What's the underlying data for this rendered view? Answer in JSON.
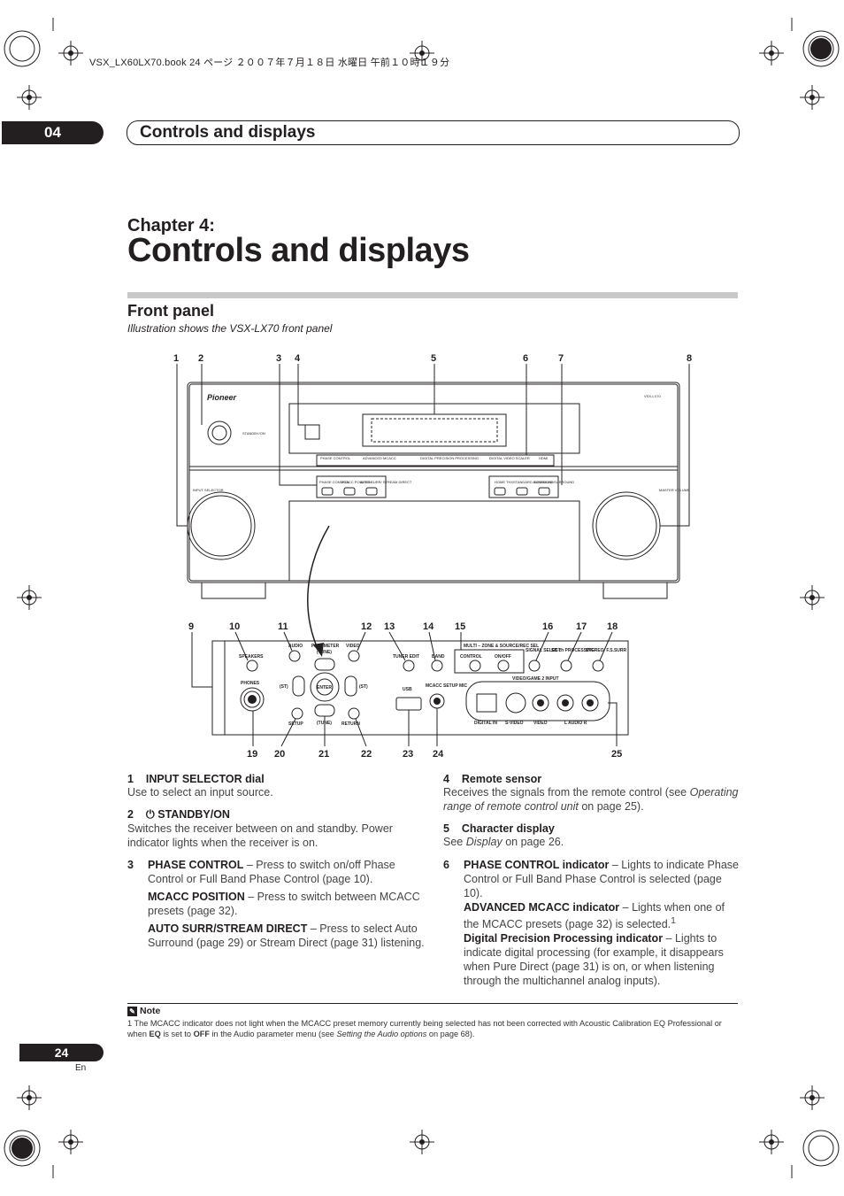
{
  "print_header": "VSX_LX60LX70.book 24 ページ ２００７年７月１８日 水曜日 午前１０時１９分",
  "chapter_tab": "04",
  "running_title": "Controls and displays",
  "chapter_label": "Chapter 4:",
  "chapter_title": "Controls and displays",
  "section_title": "Front panel",
  "illustration_caption": "Illustration shows the VSX-LX70 front panel",
  "top_callouts": [
    "1",
    "2",
    "3",
    "4",
    "5",
    "6",
    "7",
    "8"
  ],
  "bottom_callouts_top": [
    "9",
    "10",
    "11",
    "12",
    "13",
    "14",
    "15",
    "16",
    "17",
    "18"
  ],
  "bottom_callouts_bottom": [
    "19",
    "20",
    "21",
    "22",
    "23",
    "24",
    "25"
  ],
  "panel_labels": {
    "brand": "Pioneer",
    "model": "VSX-LX70",
    "standby": "STANDBY/ON",
    "input_selector": "INPUT SELECTOR",
    "master_volume": "MASTER VOLUME",
    "ind_phase": "PHASE CONTROL",
    "ind_advanced": "ADVANCED MCACC",
    "ind_digital": "DIGITAL PRECISION PROCESSING",
    "ind_scaler": "DIGITAL VIDEO SCALER",
    "ind_hdmi": "HDMI",
    "btn_phase": "PHASE CONTROL",
    "btn_mcacc": "MCACC POSITION",
    "btn_auto": "AUTO SURR/ STREAM DIRECT",
    "btn_home": "HOME THX",
    "btn_standard": "STANDARD SURROUND",
    "btn_adv_surr": "ADVANCED SURROUND"
  },
  "sub_panel_labels": {
    "speakers": "SPEAKERS",
    "audio": "AUDIO",
    "parameter": "PARAMETER",
    "video": "VIDEO",
    "tune_top": "(TUNE)",
    "tune_bottom": "(TUNE)",
    "st_left": "(ST)",
    "st_right": "(ST)",
    "enter": "ENTER",
    "phones": "PHONES",
    "setup": "SETUP",
    "return": "RETURN",
    "tuner_edit": "TUNER EDIT",
    "band": "BAND",
    "multi_zone": "MULTI – ZONE & SOURCE/REC SEL",
    "control": "CONTROL",
    "on_off": "ON/OFF",
    "signal_select": "SIGNAL SELECT",
    "sb_ch": "SB ch PROCESSING",
    "stereo": "STEREO/ F.S.SURR",
    "usb": "USB",
    "mcacc_mic": "MCACC SETUP MIC",
    "video_game": "VIDEO/GAME 2 INPUT",
    "digital_in": "DIGITAL IN",
    "s_video": "S-VIDEO",
    "video_jack": "VIDEO",
    "audio_lr": "L AUDIO R"
  },
  "left_items": [
    {
      "num": "1",
      "title": "INPUT SELECTOR dial",
      "desc": "Use to select an input source."
    },
    {
      "num": "2",
      "title": "STANDBY/ON",
      "desc": "Switches the receiver between on and standby. Power indicator lights when the receiver is on."
    },
    {
      "num": "3",
      "title": "PHASE CONTROL",
      "desc": " – Press to switch on/off Phase Control or Full Band Phase Control (page 10).",
      "sub": [
        {
          "title": "MCACC POSITION",
          "desc": " – Press to switch between MCACC presets (page 32)."
        },
        {
          "title": "AUTO SURR/STREAM DIRECT",
          "desc": " – Press to select Auto Surround (page 29) or Stream Direct (page 31) listening."
        }
      ]
    }
  ],
  "right_items": [
    {
      "num": "4",
      "title": "Remote sensor",
      "desc": "Receives the signals from the remote control (see ",
      "desc_italic": "Operating range of remote control unit",
      "desc_end": " on page 25)."
    },
    {
      "num": "5",
      "title": "Character display",
      "desc": "See ",
      "desc_italic": "Display",
      "desc_end": " on page 26."
    },
    {
      "num": "6",
      "title": "PHASE CONTROL indicator",
      "desc": " – Lights to indicate Phase Control or Full Band Phase Control is selected (page 10).",
      "sub": [
        {
          "title": "ADVANCED MCACC indicator",
          "desc": " – Lights when one of the MCACC presets (page 32) is selected.",
          "sup": "1"
        },
        {
          "title": "Digital Precision Processing indicator",
          "desc": " – Lights to indicate digital processing (for example, it disappears when Pure Direct (page 31) is on, or when listening through the multichannel analog inputs)."
        }
      ]
    }
  ],
  "note_label": "Note",
  "footnote": {
    "p1": "1 The MCACC indicator does not light when the MCACC preset memory currently being selected has not been corrected with Acoustic Calibration EQ Professional or when ",
    "b1": "EQ",
    "p2": " is set to ",
    "b2": "OFF",
    "p3": " in the Audio parameter menu (see ",
    "i1": "Setting the Audio options",
    "p4": " on page 68)."
  },
  "page_number": "24",
  "language": "En"
}
